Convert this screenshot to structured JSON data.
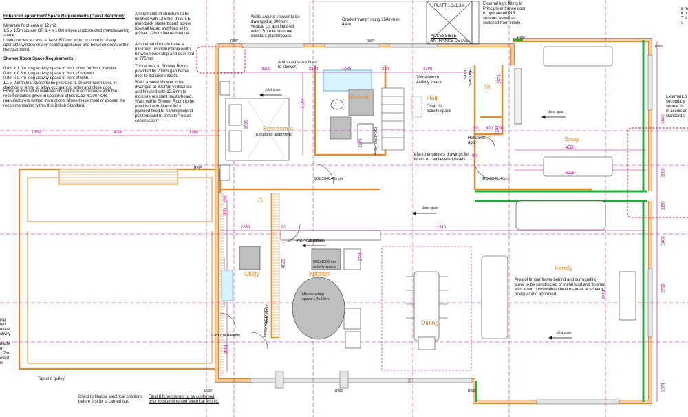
{
  "notes": {
    "space_req_title": "Enhanced appartment Space Requirements (Guest Bedroom):",
    "space_req_body": "Minimum floor area of 12 m2.\n1.5 x 1.5m square OR 1.4 x 1.8m ellipse unobstructed manoeuvering space.\nUnobstructed access, at least 800mm wide, to controls of any openable window or any heating appliance and between doors within the apartment.",
    "shower_title": "Shower Room Space Requirements:",
    "shower_body": "0.8m x 1.0m long activity space in front of wc for front transfer.\n0.8m x 0.8m long activity space in front of shower.\n0.8m x 0.7m long activity space in front of whb.\n1.1 x 0.8m clear space to be provided at shower room door, in direction of entry, to allow occupant to enter and close door.",
    "fixing": "Fixing of doorset or windows should be in accordance with the recomendation given in section 8 of BS 8213-4:2007 OR manufacturers written instructions where these meet or exceed the recommendation within this British Standard.",
    "structure": "All elements of structure to be finished with 12.5mm thick T.E plain back plasterboard, screw fixed all taped and filled all to achive 1/2hour fire resistance.",
    "internal_doors": "All internal doors to have a minimum unobstructable width between door stop and door leaf of 775mm.",
    "trickle": "Trickle vent to Shower Room provided by 20mm gap below door to balance extract.",
    "walls_shower": "Walls around shower to be dwanged at 300mm vertical cts and finished with 12.5mm te moisture resistant plasterboard.",
    "walls_within": "Walls within Shower Room to be provided with 18mm thick plywood fixed to framing behind plasterboard to provide \"robust construction\"",
    "walls_shower_top": "Walls around shower to be dwanged at 300mm vertical cts and finished with 13mm te moisture resistant plasterboard.",
    "ramp": "Graded \"ramp\" rising 150mm in 4.4m",
    "platt": "PLATT 1.2x1.2m",
    "accessible": "ACCESSIBLE\nENTRANCE DETAIL",
    "light": "External light fitting to Principle entrance door to operate off PIR sensors aswell as switched from inside.",
    "anti_scald": "Anti-scald valve fitted to shower.",
    "activity_700": "700x400mm Activity space",
    "chair_lift": "Chair lift activity space",
    "handless_doors": "Handless doors",
    "handless_door": "Handless door",
    "engineers": "refer to engineers drawings for details of cantilevered treads.",
    "family_note": "Area of timber frame behind and surrounding stove to be constructed of metal stud and finished with a non combustible sheet material ie supalux or equal and approved.",
    "tap": "Tap and gulley",
    "client": "Client to finalise electrical positions before first fix is carried out.",
    "kitchen_final": "Final Kitchen layout to be confirmed prior to plumbing and electrical first fix.",
    "external_lo": "External Lo secondary source. 0. in accordan standard 3",
    "right_cut": "o m d b T h s",
    "left_cut": "ing led neive ctivity -dashed. of 1.7m eved in",
    "manoeuvring": "Manoeuvring space 1.4x1.8m",
    "activity_800": "800x1000mm activity space",
    "enhanced": "(Enhanced apartment)",
    "glazed_door": "Glazed door",
    "door_926_a": "926x2040x40mm",
    "door_926_b": "926x2040x40mm",
    "door_926_c": "926x2040x40mm",
    "door_926_d": "926x2040x40mm",
    "door_826_a": "826x2040x40mm",
    "door_826_b": "826x2040x40mm"
  },
  "rooms": {
    "bedroom": "Bedroom 4",
    "shower": "Shower",
    "hall": "Hall",
    "st": "St.",
    "c1": "C",
    "c2": "C",
    "snug": "Snug",
    "utility": "Utility",
    "kitchen": "Kitchen",
    "dining": "Dining",
    "family": "Family"
  },
  "labels": {
    "joist_span": "Joist span",
    "rwp": "RWP"
  },
  "dims": {
    "d3200a": "3200",
    "d2400": "2400",
    "d1635": "1635",
    "d220": "220",
    "d3200b": "3200",
    "d3120": "3120",
    "d1250": "1250",
    "d4000": "4000",
    "d1080": "1080",
    "d1930": "1930",
    "d4520": "4520",
    "d5225": "5225",
    "d4660": "4660",
    "d1000a": "1000",
    "d1150": "1150",
    "d1000b": "1000",
    "d2768": "2768",
    "d6214": "6214",
    "d1074": "1074",
    "d11910": "11910",
    "d1660": "1660",
    "d4820": "4820",
    "d1514": "1514",
    "d1133": "1133",
    "d600": "600",
    "d90a": "90",
    "d90b": "90",
    "d90c": "90",
    "d90d": "90",
    "d2475": "2475",
    "d960": "960",
    "d900": "900",
    "d1145": "1145",
    "d1746": "1746"
  },
  "colors": {
    "wall": "#e8892a",
    "dim": "#c0009a",
    "glass": "#1fae3a",
    "rwp": "#d61a3c",
    "room": "#e8892a"
  }
}
